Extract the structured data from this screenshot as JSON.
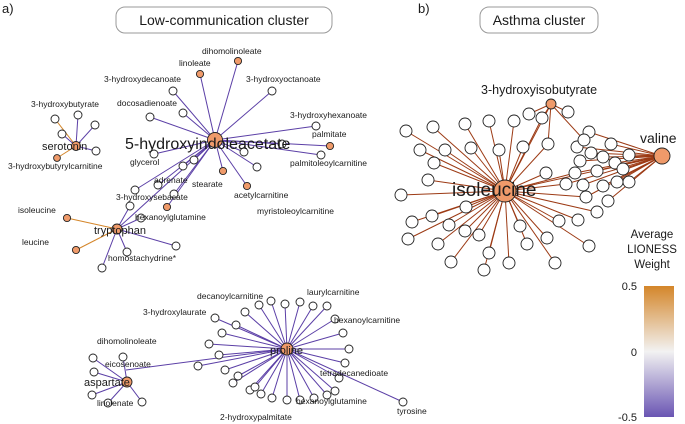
{
  "panels": {
    "a": {
      "letter": "a)",
      "title": "Low-communication cluster",
      "hubs": {
        "hydroxyindoleacetate": "5-hydroxyindoleacetate",
        "serotonin": "serotonin",
        "tryptophan": "tryptophan",
        "proline": "proline",
        "aspartate": "aspartate"
      },
      "labels": {
        "dihomolinoleate": "dihomolinoleate",
        "linoleate": "linoleate",
        "hydroxydecanoate": "3-hydroxydecanoate",
        "hydroxyoctanoate": "3-hydroxyoctanoate",
        "docosadienoate": "docosadienoate",
        "hydroxyhexanoate": "3-hydroxyhexanoate",
        "palmitate": "palmitate",
        "palmitoleoylcarnitine": "palmitoleoylcarnitine",
        "glycerol": "glycerol",
        "adrenate": "adrenate",
        "stearate": "stearate",
        "acetylcarnitine": "acetylcarnitine",
        "myristoleoylcarnitine": "myristoleoylcarnitine",
        "hydroxysebacate": "3-hydroxysebacate",
        "hexanoylglutamine_a": "hexanoylglutamine",
        "hydroxybutyrate": "3-hydroxybutyrate",
        "hydroxybutyrylcarnitine": "3-hydroxybutyrylcarnitine",
        "isoleucine_a": "isoleucine",
        "leucine": "leucine",
        "homostachydrine": "homostachydrine*",
        "decanoylcarnitine": "decanoylcarnitine",
        "laurylcarnitine": "laurylcarnitine",
        "hydroxylaurate": "3-hydroxylaurate",
        "hexanoylcarnitine": "hexanoylcarnitine",
        "dihomolinoleate_p": "dihomolinoleate",
        "eicosenoate": "eicosenoate",
        "tetradecanedioate": "tetradecanedioate",
        "hexanoylglutamine_p": "hexanoylglutamine",
        "linolenate": "linolenate",
        "tyrosine": "tyrosine",
        "hydroxypalmitate": "2-hydroxypalmitate"
      }
    },
    "b": {
      "letter": "b)",
      "title": "Asthma cluster",
      "hubs": {
        "isoleucine": "isoleucine",
        "valine": "valine",
        "hydroxyisobutyrate": "3-hydroxyisobutyrate"
      }
    }
  },
  "legend": {
    "title_lines": [
      "Average",
      "LIONESS",
      "Weight"
    ],
    "ticks": [
      "0.5",
      "0",
      "-0.5"
    ],
    "colors": {
      "high": "#d4862a",
      "mid": "#f2f2f2",
      "low": "#6a55b3"
    }
  },
  "colors": {
    "node_orange": "#ef9a6a",
    "node_stroke": "#222222",
    "edge_purple": "#5b3fa6",
    "edge_brown": "#9c3a14",
    "edge_orange": "#d4862a"
  }
}
